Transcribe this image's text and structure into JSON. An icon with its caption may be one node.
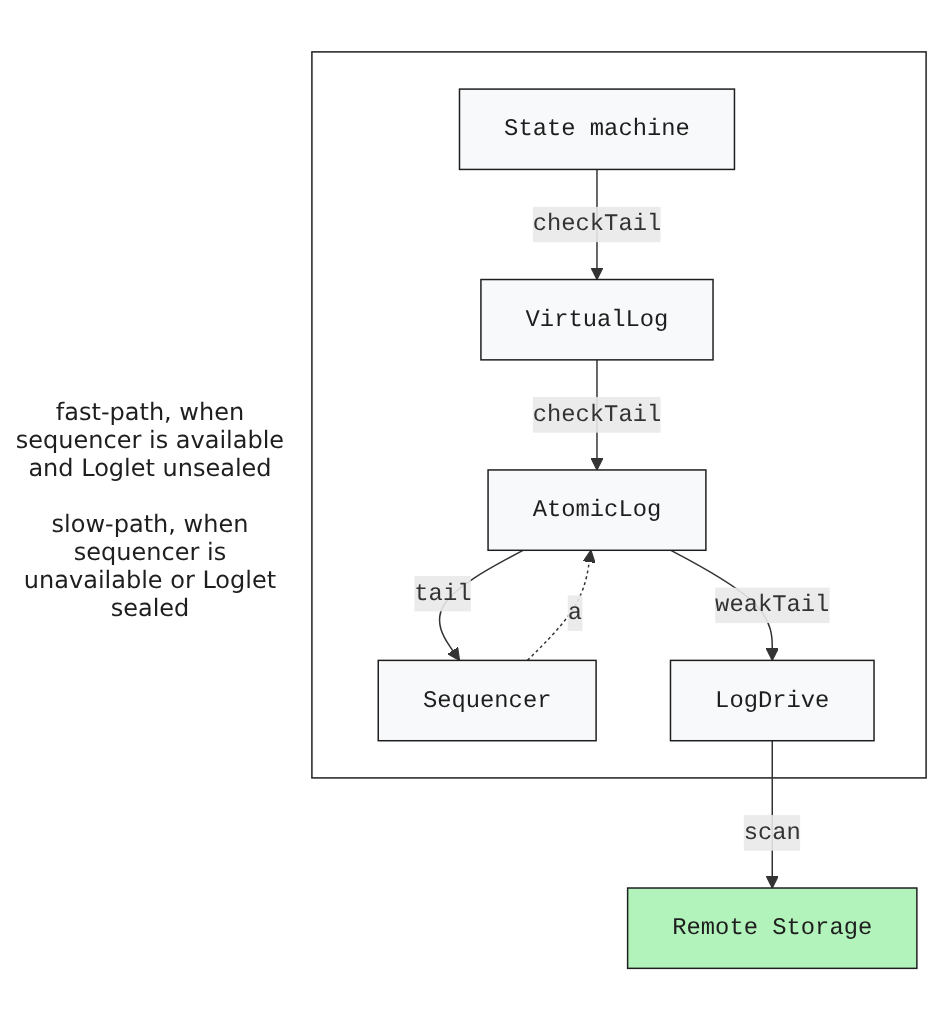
{
  "diagram": {
    "nodes": [
      {
        "text": [],
        "shape": "box"
      },
      {
        "text": [
          "State machine"
        ],
        "in": 0
      },
      {
        "text": [
          "VirtualLog"
        ],
        "in": 0
      },
      {
        "text": [
          "AtomicLog"
        ],
        "in": 0
      },
      {
        "text": [
          "Sequencer"
        ],
        "in": 0
      },
      {
        "text": [
          "LogDrive"
        ],
        "in": 0
      },
      {
        "text": [
          "Remote Storage"
        ]
      }
    ],
    "edges": [
      {
        "from": 1,
        "to": 2,
        "arrow": "to",
        "label": "checkTail"
      },
      {
        "from": 2,
        "to": 3,
        "arrow": "to",
        "label": "checkTail"
      },
      {
        "from": 3,
        "to": 4,
        "arrow": "to",
        "label": "tail"
      },
      {
        "from": 4,
        "to": 3,
        "arrow": "to",
        "label": "a",
        "style": "dashed"
      },
      {
        "from": 3,
        "to": 5,
        "arrow": "to",
        "label": "weakTail"
      },
      {
        "from": 5,
        "to": 6,
        "arrow": "to",
        "label": "scan"
      }
    ],
    "labels": [
      "fast-path, when sequencer is available and Loglet unsealed",
      "slow-path, when sequencer is unavailable or Loglet sealed"
    ]
  }
}
